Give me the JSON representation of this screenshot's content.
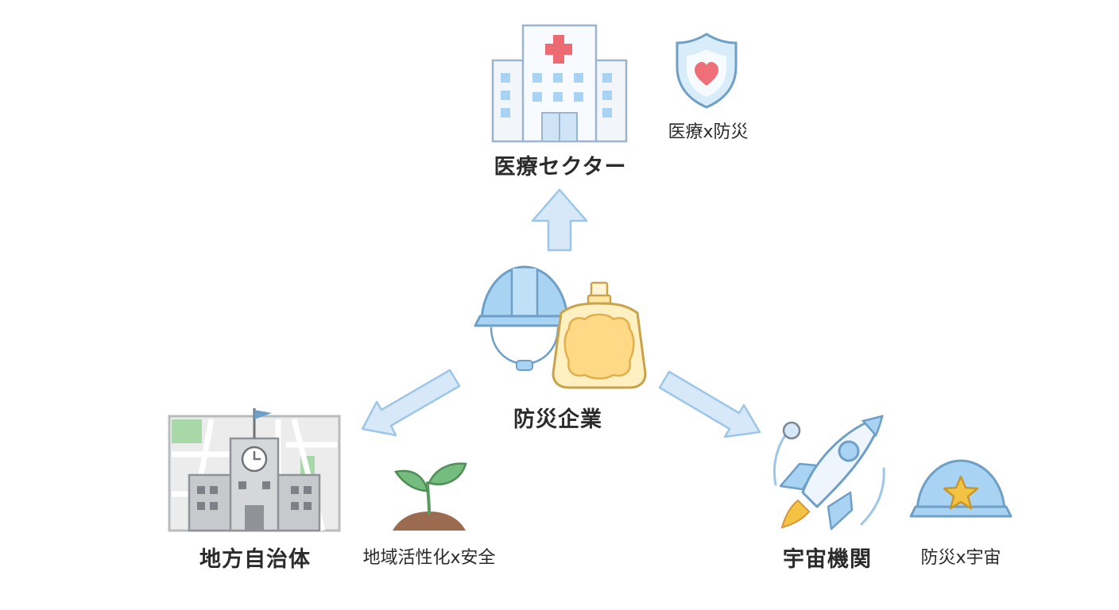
{
  "center": {
    "label": "防災企業"
  },
  "nodes": [
    {
      "label": "医療セクター",
      "sub_label": "医療x防災"
    },
    {
      "label": "地方自治体",
      "sub_label": "地域活性化x安全"
    },
    {
      "label": "宇宙機関",
      "sub_label": "防災x宇宙"
    }
  ],
  "colors": {
    "arrow_fill": "#d7e9f8",
    "arrow_stroke": "#9cc6ea",
    "helmet_blue": "#a9d3f2",
    "outline_blue": "#6e9fc6",
    "pouch_gold": "#ffd985",
    "cross_red": "#ec6b73",
    "heart_red": "#ef6f79",
    "leaf_green": "#74bd7e",
    "soil_brown": "#9b6b4f",
    "building_gray": "#c7c9cc",
    "star_gold": "#f3c443"
  }
}
